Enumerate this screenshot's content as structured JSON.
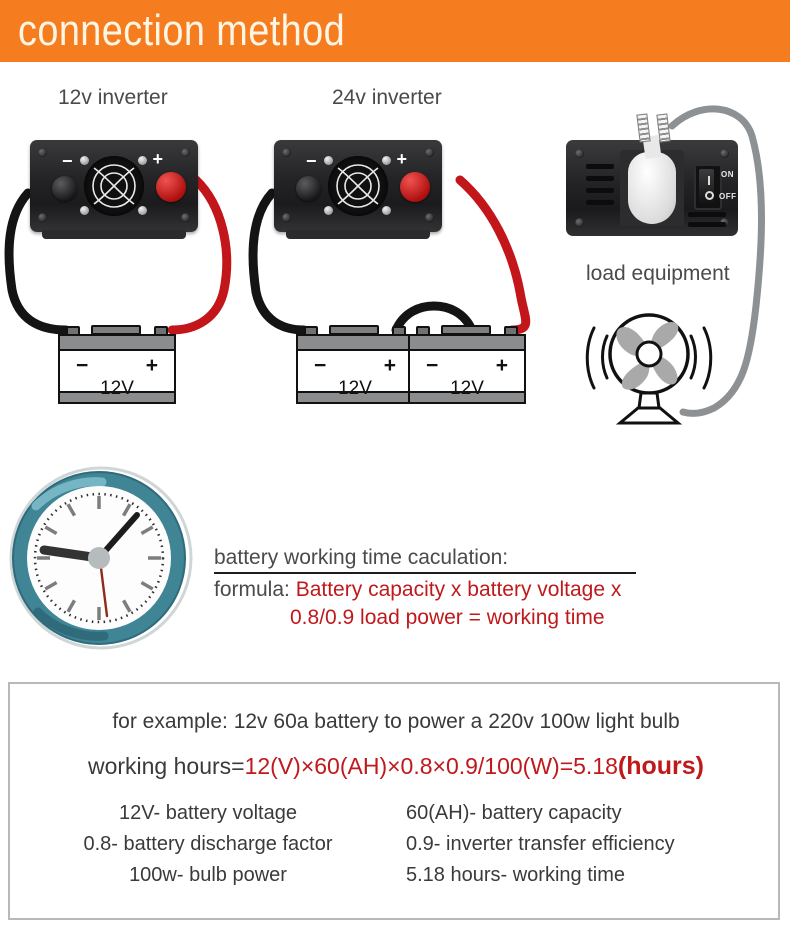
{
  "header": {
    "title": "connection method",
    "bg_color": "#f57c1f",
    "text_color": "#fdf6e4"
  },
  "diagram": {
    "inverter_12v_label": "12v inverter",
    "inverter_24v_label": "24v inverter",
    "load_label": "load equipment",
    "terminal_negative": "−",
    "terminal_positive": "+",
    "switch_on": "ON",
    "switch_off": "OFF",
    "batteries": [
      {
        "id": "batt-12v-single",
        "voltage": "12V",
        "neg": "−",
        "pos": "+"
      },
      {
        "id": "batt-24v-left",
        "voltage": "12V",
        "neg": "−",
        "pos": "+"
      },
      {
        "id": "batt-24v-right",
        "voltage": "12V",
        "neg": "−",
        "pos": "+"
      }
    ],
    "colors": {
      "positive_wire": "#c2161b",
      "negative_wire": "#141414",
      "body": "#232325",
      "battery_case": "#8a8c8d"
    }
  },
  "calculation": {
    "title": "battery working time caculation:",
    "formula_prefix": "formula: ",
    "formula_line1": "Battery capacity x battery voltage x",
    "formula_line2": "0.8/0.9 load power = working time",
    "red_color": "#c0191c"
  },
  "example": {
    "intro": "for example: 12v 60a battery to power a 220v 100w light bulb",
    "equation_label": "working hours=",
    "equation_red": "12(V)×60(AH)×0.8×0.9/100(W)=5.18",
    "equation_unit": "(hours)",
    "legend": [
      {
        "left": "12V- battery voltage",
        "right": "60(AH)- battery  capacity"
      },
      {
        "left": "0.8- battery discharge factor",
        "right": "0.9- inverter transfer efficiency"
      },
      {
        "left": "100w- bulb power",
        "right": "5.18 hours- working time"
      }
    ]
  },
  "clock": {
    "name": "analog-clock",
    "frame_color": "#3f8596",
    "second_hand_color": "#8c2b18"
  }
}
